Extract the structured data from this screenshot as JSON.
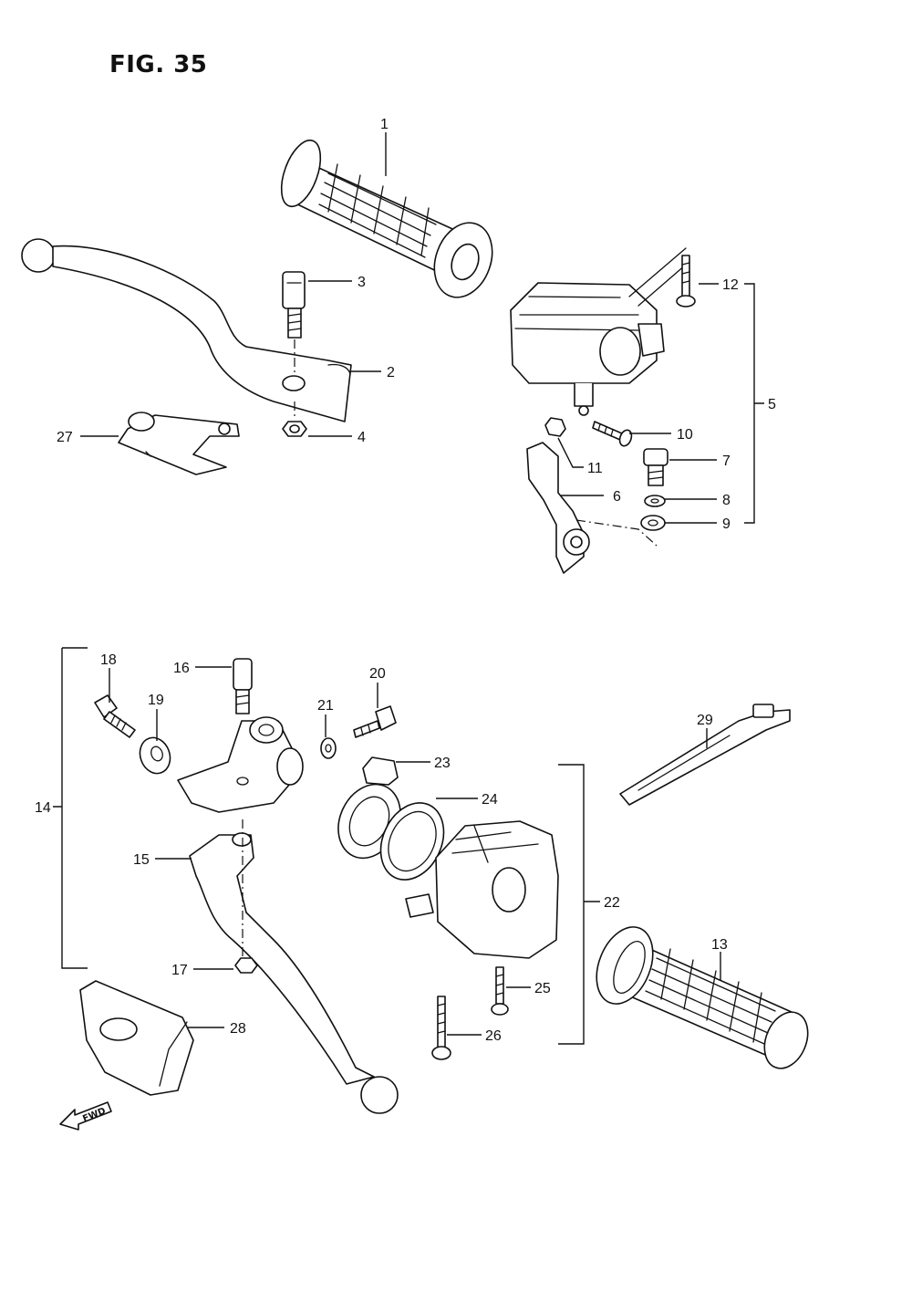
{
  "figure": {
    "title": "FIG. 35",
    "fwd_label": "FWD"
  },
  "callouts": [
    "1",
    "2",
    "3",
    "4",
    "5",
    "6",
    "7",
    "8",
    "9",
    "10",
    "11",
    "12",
    "13",
    "14",
    "15",
    "16",
    "17",
    "18",
    "19",
    "20",
    "21",
    "22",
    "23",
    "24",
    "25",
    "26",
    "27",
    "28",
    "29"
  ],
  "parts": {
    "grip_top": "throttle-grip",
    "lever_top": "brake-lever",
    "switch_top": "right-handlebar-switch",
    "lever_bottom": "clutch-lever",
    "switch_bottom": "left-handlebar-switch",
    "grip_bottom": "left-grip",
    "strap": "cable-tie"
  }
}
